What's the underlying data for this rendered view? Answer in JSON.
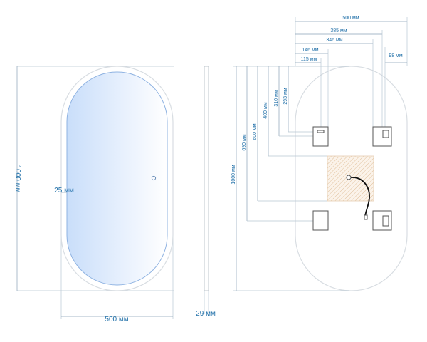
{
  "front_view": {
    "height_label": "1000 мм",
    "width_label": "500 мм",
    "inset_label": "25 мм"
  },
  "side_view": {
    "depth_label": "29 мм"
  },
  "back_view": {
    "height_label": "1000 мм",
    "top_dims": [
      "500 мм",
      "385 мм",
      "346 мм",
      "146 мм",
      "115 мм",
      "98 мм"
    ],
    "vertical_dims": [
      "690 мм",
      "600 мм",
      "400 мм",
      "310 мм",
      "293 мм"
    ]
  },
  "colors": {
    "dimension_text": "#1f6fa8",
    "glass_gradient_start": "#cfe2fb",
    "glass_gradient_end": "#ffffff",
    "socket_hatch": "#d9b48c"
  },
  "icons": {
    "touch_sensor": "small circle",
    "mount_bracket": "square bracket",
    "power_cable": "curved black cable"
  }
}
